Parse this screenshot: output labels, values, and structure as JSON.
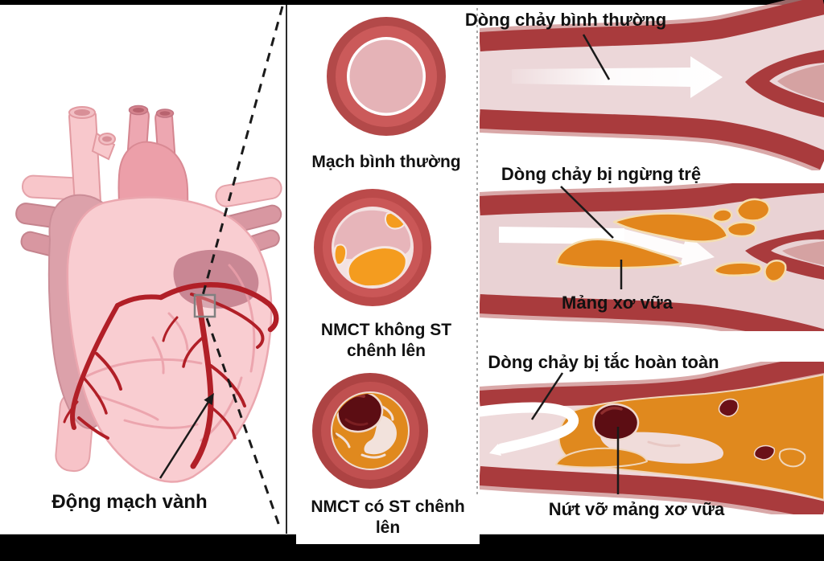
{
  "diagram_title": "Coronary artery atherosclerosis / myocardial infarction diagram",
  "panels": {
    "heart": {
      "label": "Động mạch vành"
    },
    "cross_sections": {
      "items": [
        {
          "label": "Mạch bình thường"
        },
        {
          "label": "NMCT không ST chênh lên"
        },
        {
          "label": "NMCT có ST chênh lên"
        }
      ]
    },
    "flow": {
      "normal": "Dòng chảy bình thường",
      "stagnant": "Dòng chảy bị ngừng trệ",
      "plaque": "Mảng xơ vữa",
      "blocked": "Dòng chảy bị tắc hoàn toàn",
      "rupture": "Nứt vỡ mảng xơ vữa"
    }
  },
  "colors": {
    "vessel_wall": "#a93b3d",
    "vessel_wall_glow": "#cc8b8b",
    "lumen": "#ecd7d9",
    "plaque_orange": "#e2861c",
    "plaque_edge": "#f4ddb0",
    "clot_dark_red": "#5c0d13",
    "ring_outer": "#b34949",
    "ring_main": "#cb5a5a",
    "lumen_pink": "#e5b3b7",
    "heart_pink": "#f9cdd1",
    "heart_dusty": "#dca1aa",
    "coronary_red": "#b11f27",
    "flow_arrow": "#ffffff",
    "text": "#111111",
    "background": "#ffffff",
    "letterbox": "#000000"
  }
}
